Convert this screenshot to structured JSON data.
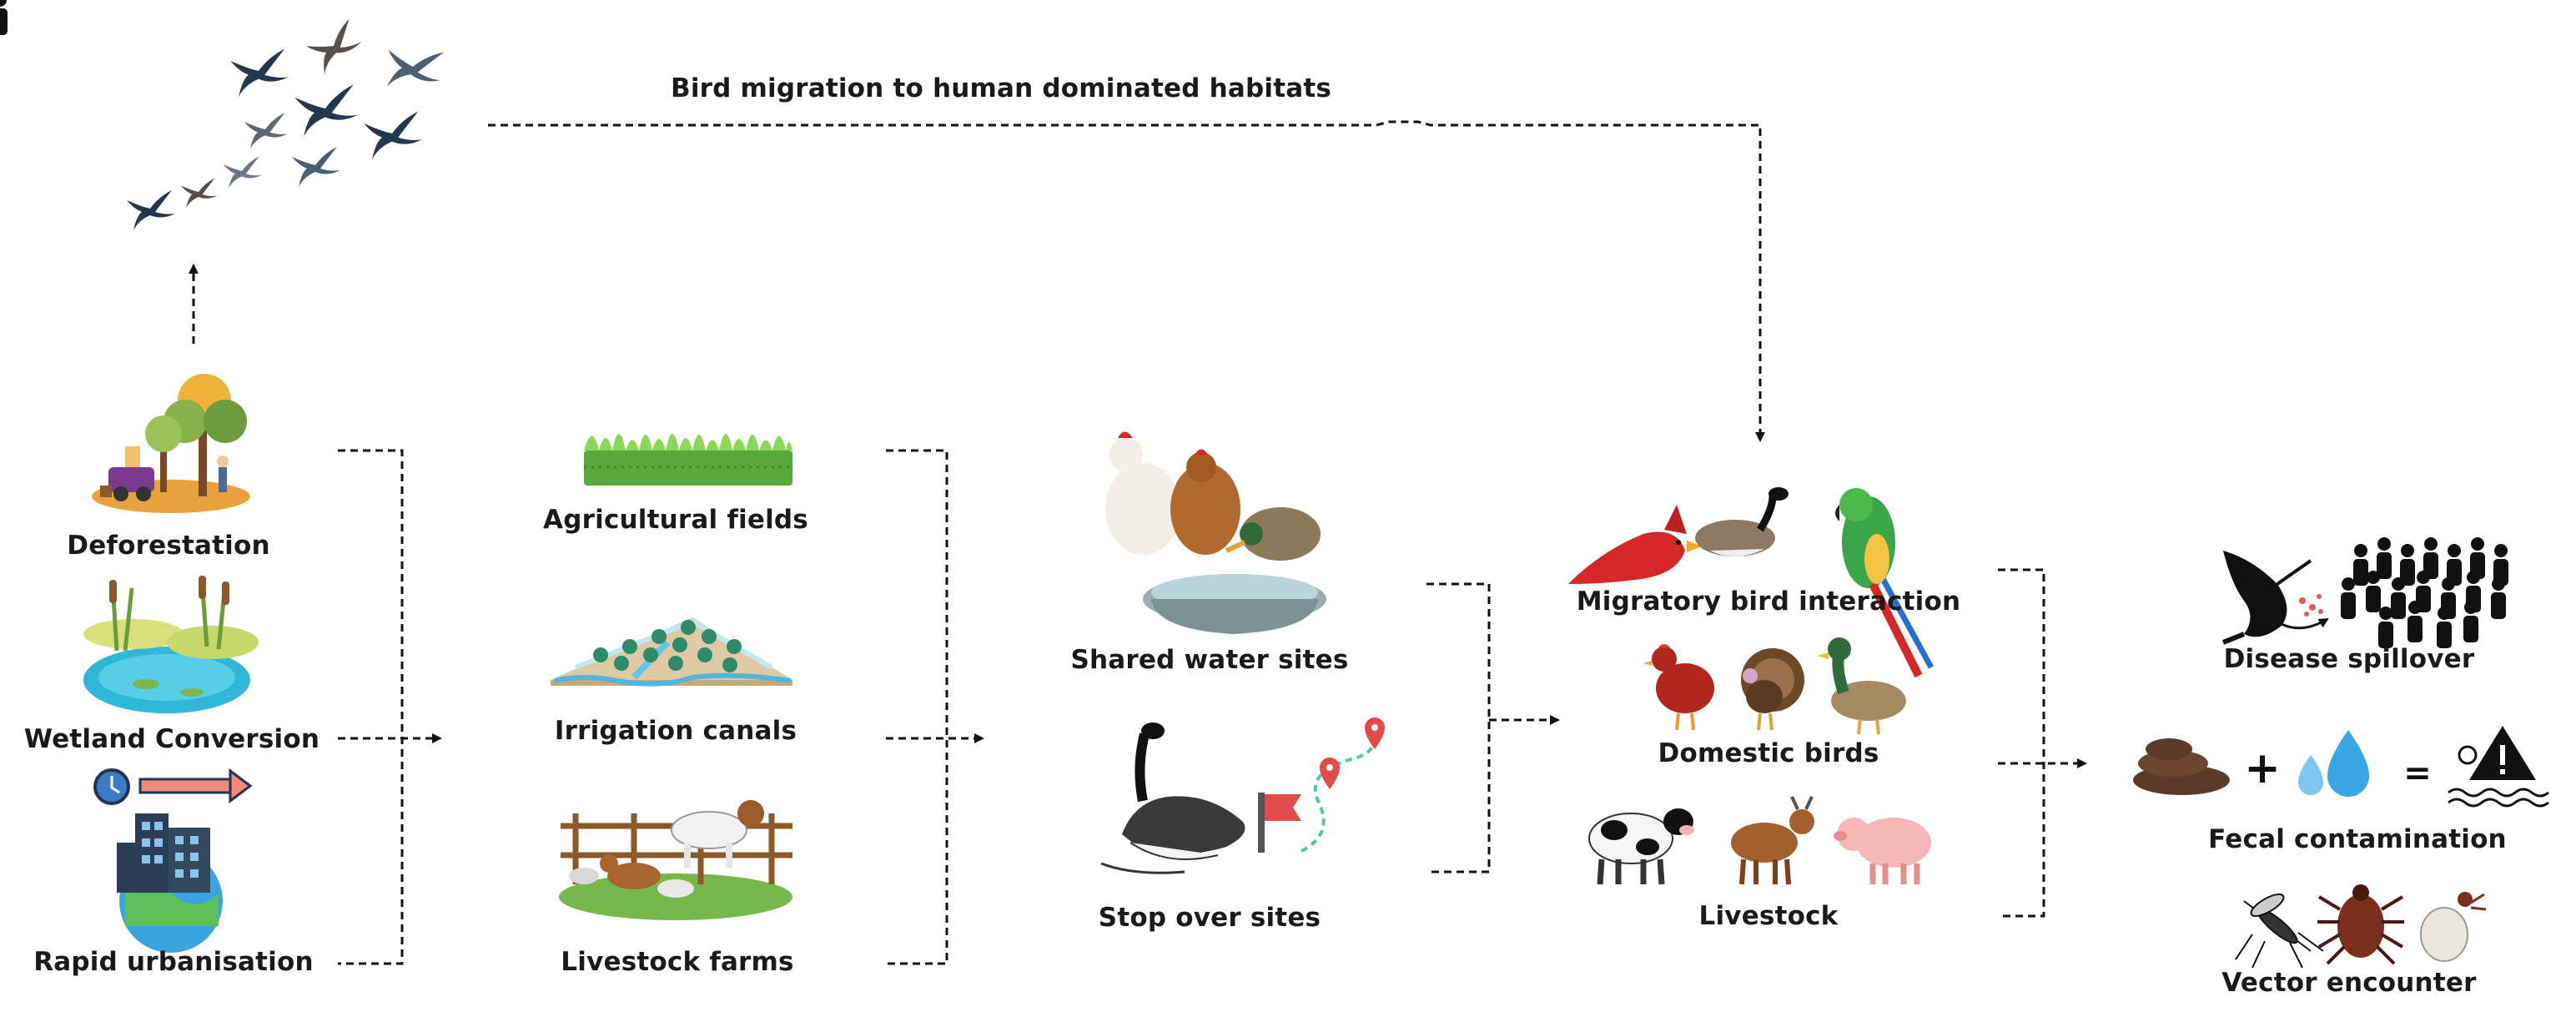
{
  "diagram": {
    "top_label": "Bird migration to human dominated habitats",
    "drivers": {
      "items": [
        "Deforestation",
        "Wetland Conversion",
        "Rapid urbanisation"
      ]
    },
    "habitats": {
      "items": [
        "Agricultural fields",
        "Irrigation canals",
        "Livestock farms"
      ]
    },
    "sites": {
      "items": [
        "Shared water sites",
        "Stop over sites"
      ]
    },
    "interactions": {
      "items": [
        "Migratory bird interaction",
        "Domestic birds",
        "Livestock"
      ]
    },
    "outcomes": {
      "items": [
        "Disease spillover",
        "Fecal contamination",
        "Vector encounter"
      ],
      "formula_plus": "+",
      "formula_equals": "="
    }
  },
  "colors": {
    "arrow": "#111111",
    "grass": "#6cc24a",
    "water": "#2fb6d9",
    "soil": "#e7a23c",
    "red_bird": "#d62828",
    "brown": "#8a4b2a"
  },
  "icons": [
    "flying-birds-icon",
    "deforestation-icon",
    "wetland-icon",
    "urbanisation-icon",
    "grass-field-icon",
    "irrigation-canal-icon",
    "livestock-farm-icon",
    "water-bowl-chickens-icon",
    "goose-map-route-icon",
    "cardinal-icon",
    "goose-icon",
    "macaw-icon",
    "hen-icon",
    "turkey-icon",
    "duck-icon",
    "cow-icon",
    "goat-icon",
    "pig-icon",
    "hummingbird-icon",
    "crowd-icon",
    "feces-icon",
    "water-drops-icon",
    "hazard-water-icon",
    "mosquito-icon",
    "tick-icon",
    "larva-icon"
  ]
}
